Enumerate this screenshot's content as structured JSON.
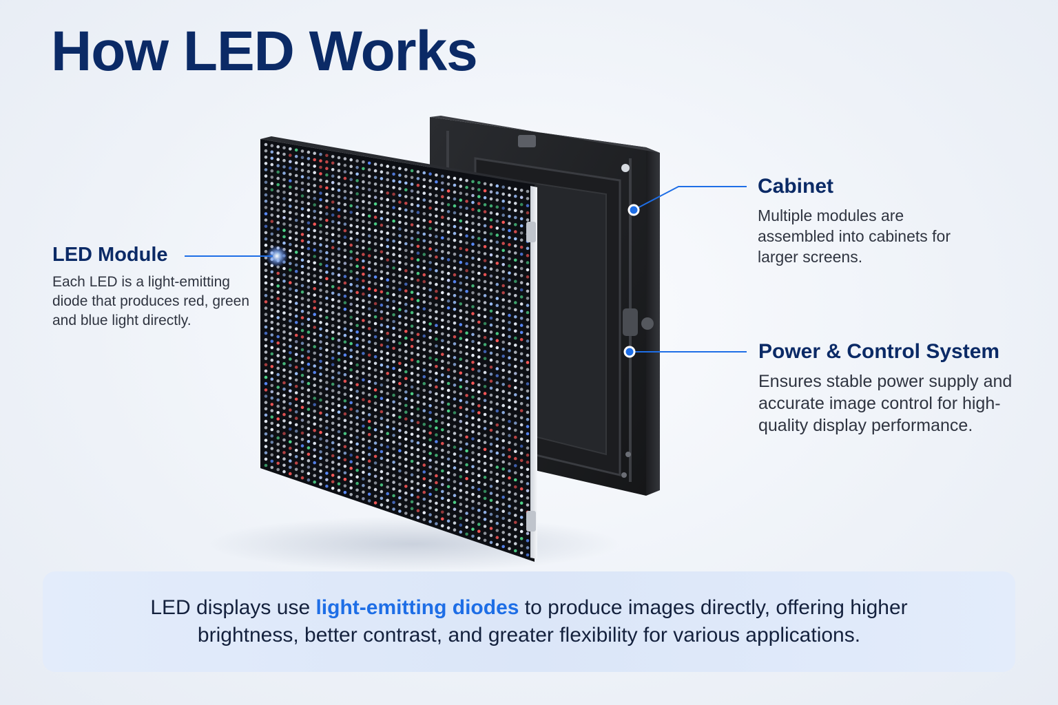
{
  "title": "How LED Works",
  "colors": {
    "title": "#0b2a66",
    "accent": "#1e6ee6",
    "body_text": "#2f3440",
    "summary_bg": "#dde8f9"
  },
  "callouts": {
    "led_module": {
      "title": "LED Module",
      "body": "Each LED is a light-emitting diode that produces red, green and blue light directly."
    },
    "cabinet": {
      "title": "Cabinet",
      "body": "Multiple modules are assembled into cabinets for larger screens."
    },
    "power_control": {
      "title": "Power & Control System",
      "body": "Ensures stable power supply and accurate image control for high-quality display performance."
    }
  },
  "summary": {
    "before": "LED displays use ",
    "highlight": "light-emitting diodes",
    "after": " to produce images directly, offering higher brightness, better contrast, and greater flexibility for various applications."
  },
  "illustration": {
    "led_colors": [
      "#e8eef8",
      "#9fc3ff",
      "#ff5a5a",
      "#4fd48a",
      "#5b8cff",
      "#c9d6ff"
    ]
  }
}
